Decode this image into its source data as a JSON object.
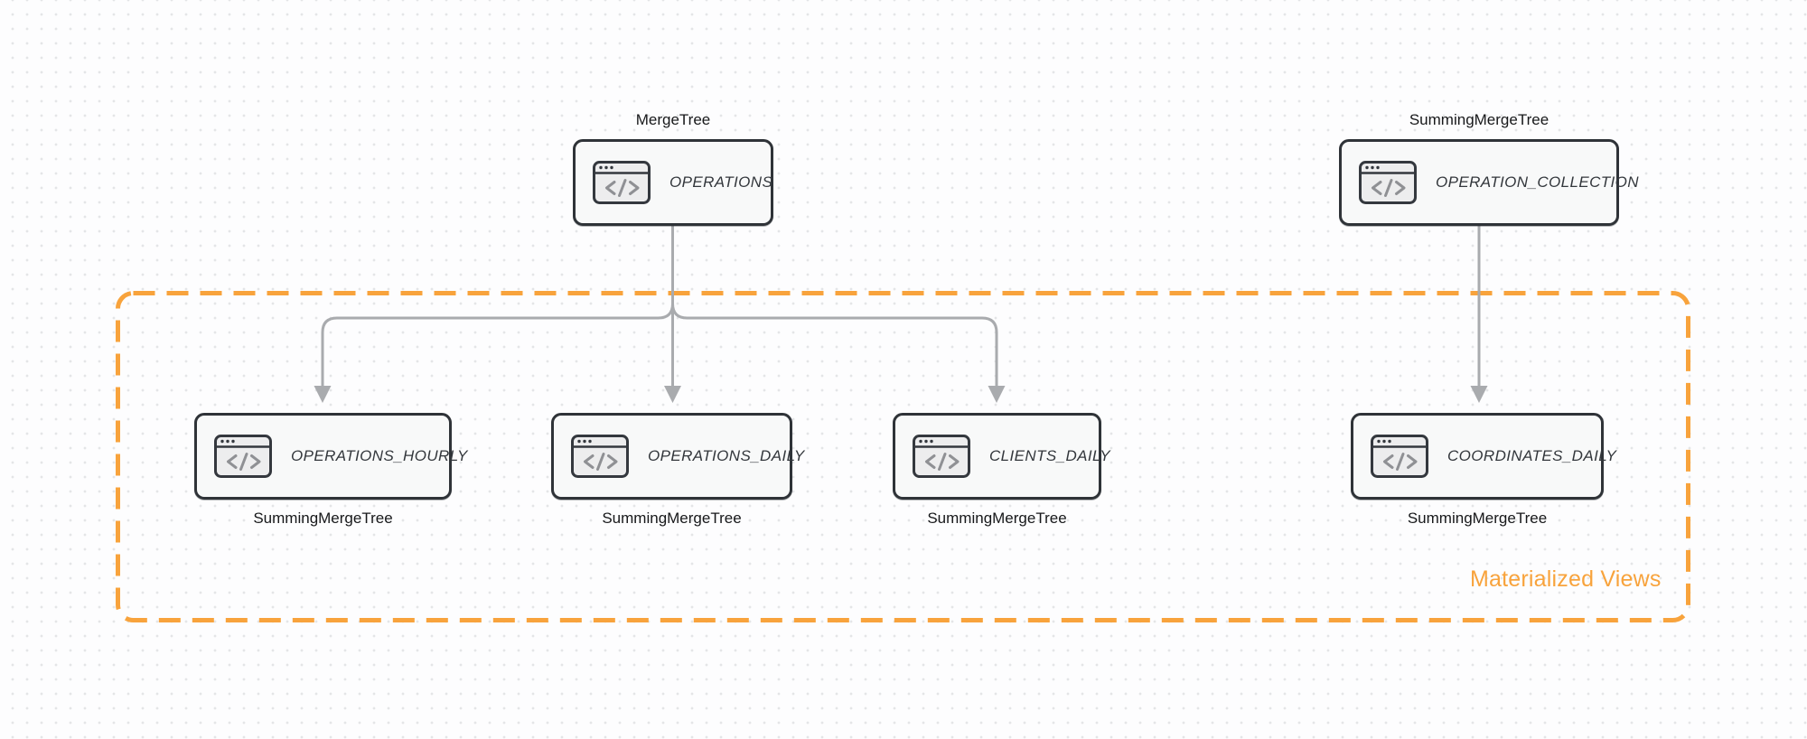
{
  "diagram": {
    "group": {
      "label": "Materialized Views",
      "members": [
        "operations_hourly",
        "operations_daily",
        "clients_daily",
        "coordinates_daily"
      ]
    },
    "nodes": [
      {
        "id": "operations",
        "engine": "MergeTree",
        "name": "OPERATIONS"
      },
      {
        "id": "operation_collection",
        "engine": "SummingMergeTree",
        "name": "OPERATION_COLLECTION"
      },
      {
        "id": "operations_hourly",
        "engine": "SummingMergeTree",
        "name": "OPERATIONS_HOURLY"
      },
      {
        "id": "operations_daily",
        "engine": "SummingMergeTree",
        "name": "OPERATIONS_DAILY"
      },
      {
        "id": "clients_daily",
        "engine": "SummingMergeTree",
        "name": "CLIENTS_DAILY"
      },
      {
        "id": "coordinates_daily",
        "engine": "SummingMergeTree",
        "name": "COORDINATES_DAILY"
      }
    ],
    "edges": [
      {
        "from": "operations",
        "to": "operations_hourly"
      },
      {
        "from": "operations",
        "to": "operations_daily"
      },
      {
        "from": "operations",
        "to": "clients_daily"
      },
      {
        "from": "operation_collection",
        "to": "coordinates_daily"
      }
    ],
    "icons": {
      "node_icon": "code-window"
    },
    "colors": {
      "accent_orange": "#F8A33C",
      "arrow_gray": "#A9ABAE",
      "node_border": "#2F3338",
      "node_fill": "#F8F9F9"
    }
  }
}
